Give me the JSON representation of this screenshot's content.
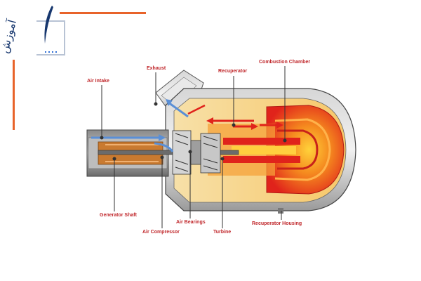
{
  "logo": {
    "word": "آموزش",
    "colors": {
      "navy": "#17376e",
      "accent": "#e8632a",
      "gray": "#b8c3d4"
    }
  },
  "diagram": {
    "labels": {
      "exhaust": "Exhaust",
      "air_intake": "Air Intake",
      "recuperator": "Recuperator",
      "combustion_chamber": "Combustion Chamber",
      "generator_shaft": "Generator Shaft",
      "air_bearings": "Air Bearings",
      "air_compressor": "Air Compressor",
      "turbine": "Turbine",
      "recuperator_housing": "Recuperator Housing"
    },
    "colors": {
      "label_red": "#c0262a",
      "housing_gray": "#9a9a9a",
      "hot_red": "#e0231b",
      "hot_orange": "#f58a1f",
      "warm_yellow": "#f7d37a",
      "cool_blue": "#5a8fd6",
      "copper": "#d98a3a"
    }
  }
}
